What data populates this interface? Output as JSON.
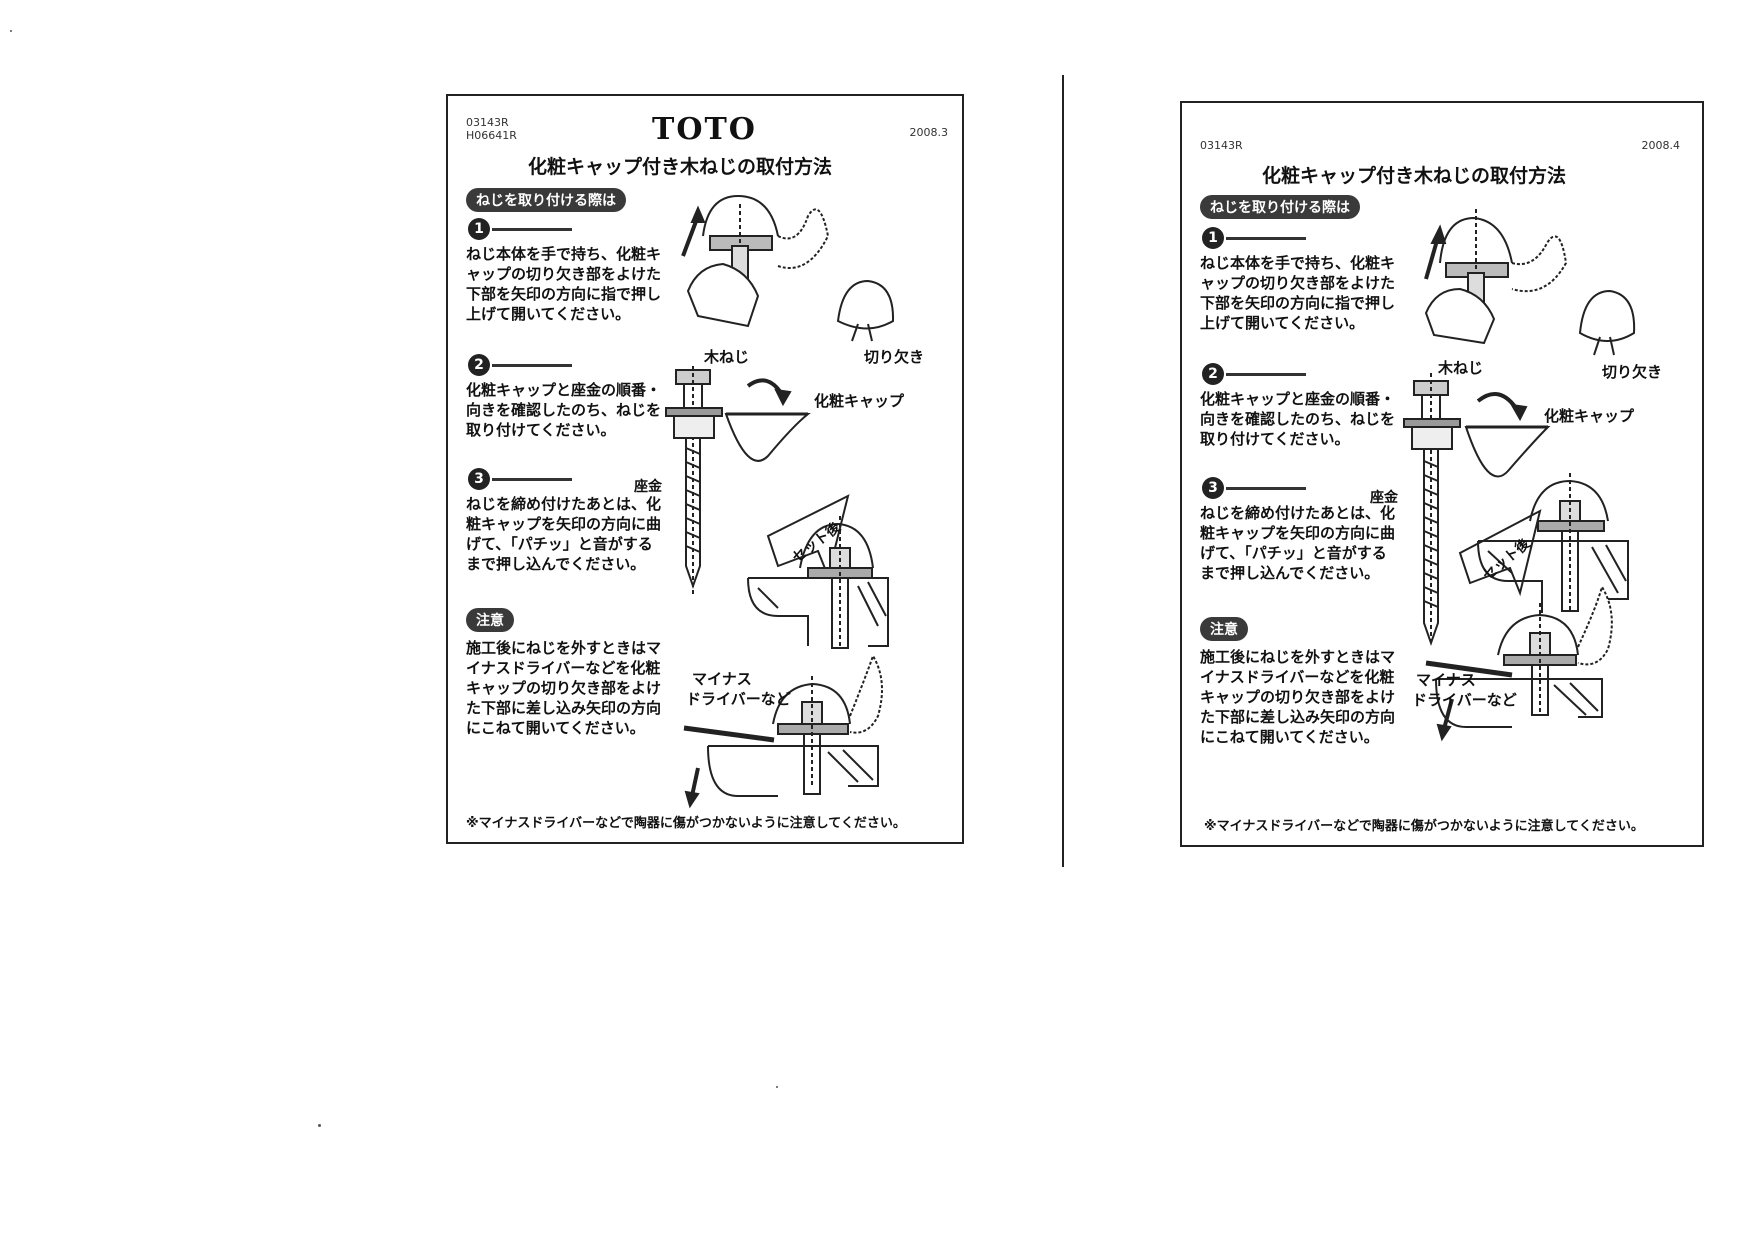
{
  "left": {
    "code_line1": "03143R",
    "code_line2": "H06641R",
    "brand": "TOTO",
    "date": "2008.3",
    "title": "化粧キャップ付き木ねじの取付方法",
    "section_label": "ねじを取り付ける際は",
    "steps": [
      {
        "num": "1",
        "text": "ねじ本体を手で持ち、化粧キャップの切り欠き部をよけた下部を矢印の方向に指で押し上げて開いてください。"
      },
      {
        "num": "2",
        "text": "化粧キャップと座金の順番・向きを確認したのち、ねじを取り付けてください。"
      },
      {
        "num": "3",
        "text": "ねじを締め付けたあとは、化粧キャップを矢印の方向に曲げて、「パチッ」と音がするまで押し込んでください。"
      }
    ],
    "caution_label": "注意",
    "caution_text": "施工後にねじを外すときはマイナスドライバーなどを化粧キャップの切り欠き部をよけた下部に差し込み矢印の方向にこねて開いてください。",
    "labels": {
      "notch": "切り欠き",
      "wood_screw": "木ねじ",
      "cap": "化粧キャップ",
      "washer": "座金",
      "set": "セット後",
      "driver_line1": "マイナス",
      "driver_line2": "ドライバーなど"
    },
    "footnote": "※マイナスドライバーなどで陶器に傷がつかないように注意してください。"
  },
  "right": {
    "code_line1": "03143R",
    "date": "2008.4",
    "title": "化粧キャップ付き木ねじの取付方法",
    "section_label": "ねじを取り付ける際は",
    "steps": [
      {
        "num": "1",
        "text": "ねじ本体を手で持ち、化粧キャップの切り欠き部をよけた下部を矢印の方向に指で押し上げて開いてください。"
      },
      {
        "num": "2",
        "text": "化粧キャップと座金の順番・向きを確認したのち、ねじを取り付けてください。"
      },
      {
        "num": "3",
        "text": "ねじを締め付けたあとは、化粧キャップを矢印の方向に曲げて、「パチッ」と音がするまで押し込んでください。"
      }
    ],
    "caution_label": "注意",
    "caution_text": "施工後にねじを外すときはマイナスドライバーなどを化粧キャップの切り欠き部をよけた下部に差し込み矢印の方向にこねて開いてください。",
    "labels": {
      "notch": "切り欠き",
      "wood_screw": "木ねじ",
      "cap": "化粧キャップ",
      "washer": "座金",
      "set": "セット後",
      "driver_line1": "マイナス",
      "driver_line2": "ドライバーなど"
    },
    "footnote": "※マイナスドライバーなどで陶器に傷がつかないように注意してください。"
  }
}
